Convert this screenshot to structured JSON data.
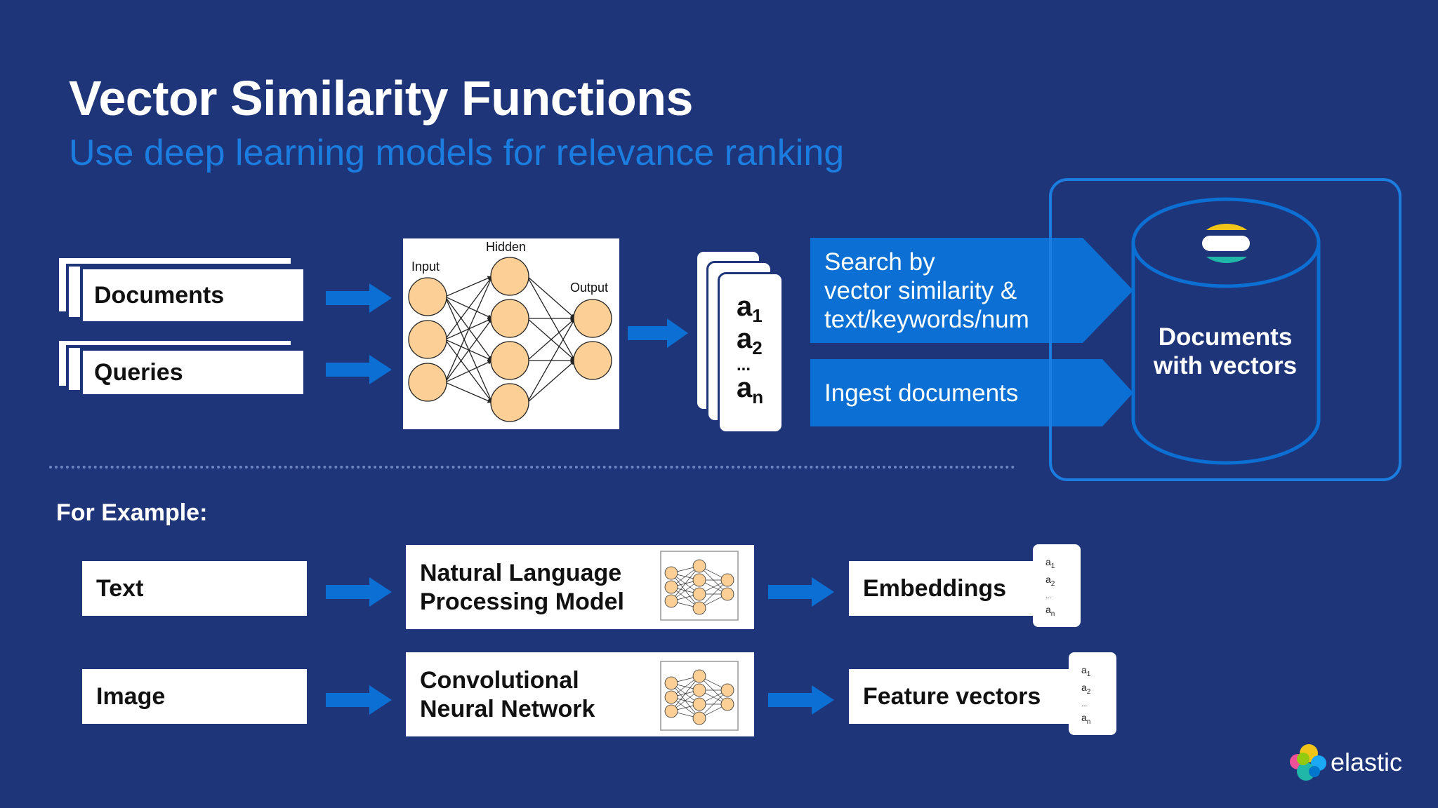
{
  "header": {
    "title": "Vector Similarity Functions",
    "subtitle": "Use deep learning models for relevance ranking"
  },
  "inputs": {
    "documents": "Documents",
    "queries": "Queries"
  },
  "network": {
    "input_label": "Input",
    "hidden_label": "Hidden",
    "output_label": "Output"
  },
  "vector": {
    "a1": "a",
    "a1_sub": "1",
    "a2": "a",
    "a2_sub": "2",
    "ellipsis": "...",
    "an": "a",
    "an_sub": "n"
  },
  "actions": {
    "search_line1": "Search by",
    "search_line2": "vector similarity &",
    "search_line3": "text/keywords/num",
    "ingest": "Ingest documents"
  },
  "store": {
    "line1": "Documents",
    "line2": "with vectors"
  },
  "examples": {
    "heading": "For Example:",
    "rows": [
      {
        "input": "Text",
        "model_line1": "Natural Language",
        "model_line2": "Processing Model",
        "output": "Embeddings"
      },
      {
        "input": "Image",
        "model_line1": "Convolutional",
        "model_line2": "Neural Network",
        "output": "Feature vectors"
      }
    ]
  },
  "mini_vector": {
    "a1": "a",
    "a1_sub": "1",
    "a2": "a",
    "a2_sub": "2",
    "ellipsis": "...",
    "an": "a",
    "an_sub": "n"
  },
  "brand": {
    "name": "elastic"
  },
  "colors": {
    "background": "#1f3579",
    "accent_blue": "#0b6fd3",
    "subtitle_blue": "#1b7de0",
    "node_fill": "#fbcf95"
  }
}
